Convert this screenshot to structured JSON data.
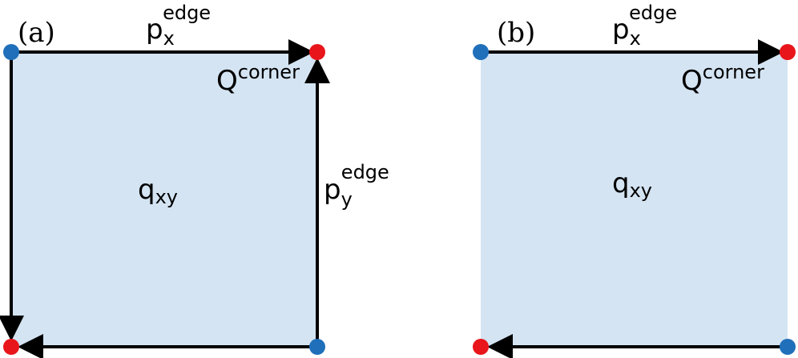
{
  "colors": {
    "fill": "#d4e4f3",
    "arrow": "#000000",
    "dot_blue": "#1f6fba",
    "dot_red": "#e8151a"
  },
  "panel_a": {
    "label": "(a)",
    "edge_top": {
      "base": "p",
      "sub": "x",
      "sup": "edge"
    },
    "edge_right": {
      "base": "p",
      "sub": "y",
      "sup": "edge"
    },
    "corner": {
      "base": "Q",
      "sup": "corner"
    },
    "bulk": {
      "base": "q",
      "sub": "xy"
    }
  },
  "panel_b": {
    "label": "(b)",
    "edge_top": {
      "base": "p",
      "sub": "x",
      "sup": "edge"
    },
    "corner": {
      "base": "Q",
      "sup": "corner"
    },
    "bulk": {
      "base": "q",
      "sub": "xy"
    }
  }
}
